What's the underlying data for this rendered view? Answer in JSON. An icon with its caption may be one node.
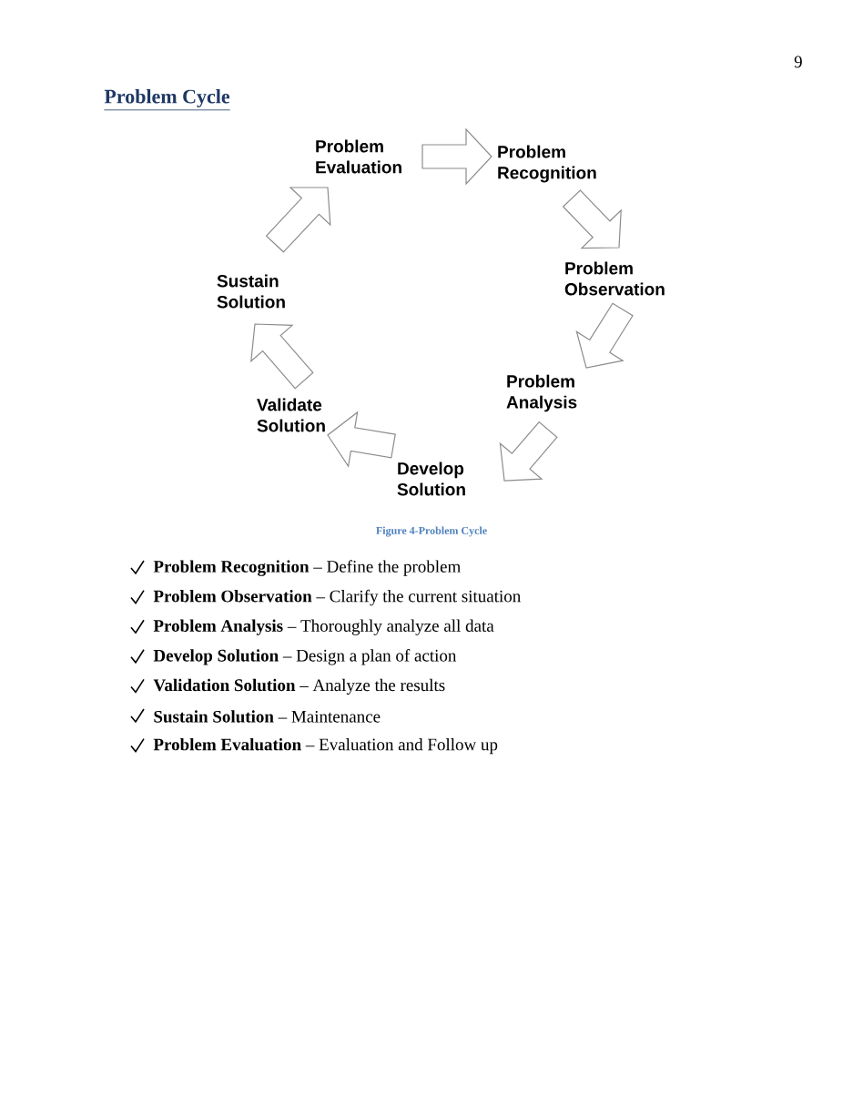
{
  "diagram": {
    "title": "Problem Cycle",
    "caption": "Figure 4-Problem Cycle",
    "nodes": [
      {
        "text": [
          "Problem Evaluation"
        ]
      },
      {
        "text": [
          "Problem Recognition"
        ]
      },
      {
        "text": [
          "Problem Observation"
        ]
      },
      {
        "text": [
          "Problem Analysis"
        ]
      },
      {
        "text": [
          "Develop Solution"
        ]
      },
      {
        "text": [
          "Validate Solution"
        ]
      },
      {
        "text": [
          "Sustain Solution"
        ]
      }
    ],
    "edges": [
      {
        "from": 0,
        "to": 1,
        "arrow": "to"
      },
      {
        "from": 1,
        "to": 2,
        "arrow": "to"
      },
      {
        "from": 2,
        "to": 3,
        "arrow": "to"
      },
      {
        "from": 3,
        "to": 4,
        "arrow": "to"
      },
      {
        "from": 4,
        "to": 5,
        "arrow": "to"
      },
      {
        "from": 5,
        "to": 6,
        "arrow": "to"
      },
      {
        "from": 6,
        "to": 0,
        "arrow": "to"
      }
    ],
    "labels": [
      "9",
      "**Problem Recognition** – Define the problem",
      "**Problem Observation** – Clarify the current situation",
      "**Problem Analysis** – Thoroughly analyze all data",
      "**Develop Solution** – Design a plan of action",
      "**Validation Solution** – Analyze the results",
      "**Sustain Solution** – Maintenance",
      "**Problem Evaluation** – Evaluation and Follow up"
    ]
  }
}
